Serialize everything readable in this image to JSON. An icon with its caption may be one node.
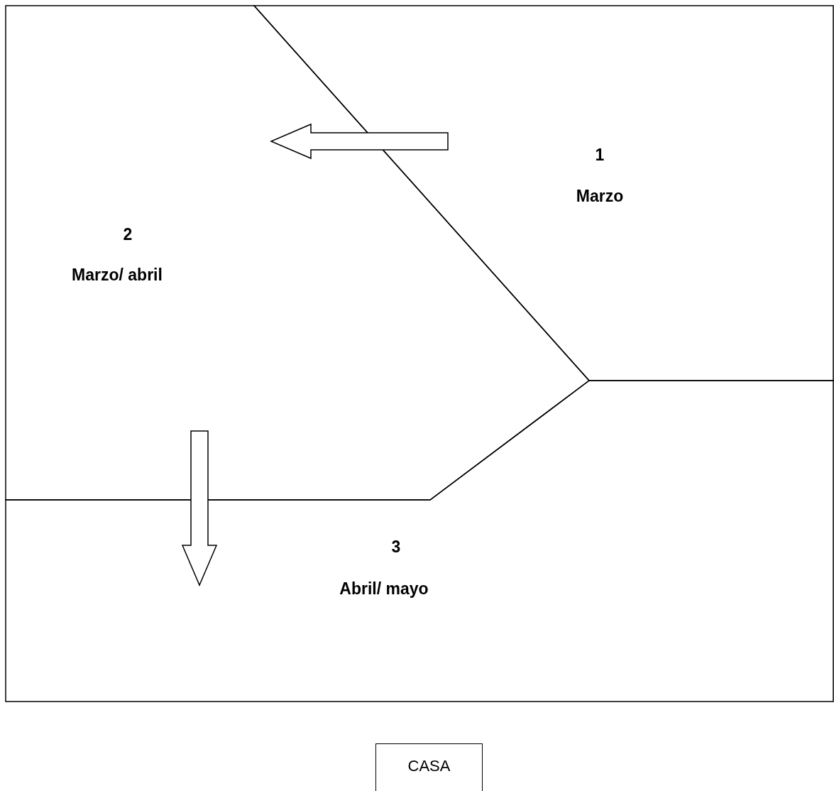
{
  "diagram": {
    "nodes": [
      {
        "text": [
          "1",
          "Marzo"
        ]
      },
      {
        "text": [
          "2",
          "Marzo/ abril"
        ]
      },
      {
        "text": [
          "3",
          "Abril/ mayo"
        ]
      },
      {
        "text": [
          "CASA"
        ]
      }
    ],
    "edges": [
      {
        "from": 0,
        "to": 1,
        "arrow": "to"
      },
      {
        "from": 1,
        "to": 2,
        "arrow": "to"
      }
    ]
  }
}
